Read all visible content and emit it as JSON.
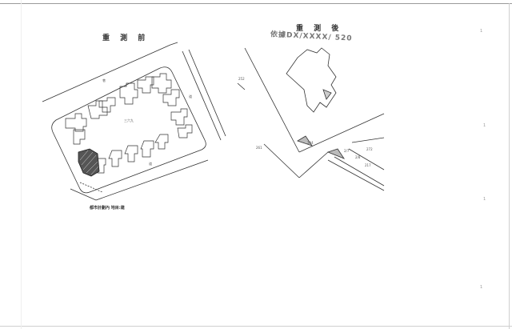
{
  "document": {
    "left_panel": {
      "title": "重 測 前",
      "caption": "都市計劃內 地目:建",
      "block_label": "三六九",
      "road_labels": [
        "巷",
        "道",
        "道"
      ]
    },
    "right_panel": {
      "title": "重 測 後",
      "stamp_text": "依據DX/XXXX/ 520",
      "parcel_numbers": [
        "252",
        "261",
        "244",
        "272",
        "2/8",
        "2/7",
        "217"
      ]
    },
    "margin_marks": [
      "1",
      "1",
      "1",
      "1"
    ]
  }
}
